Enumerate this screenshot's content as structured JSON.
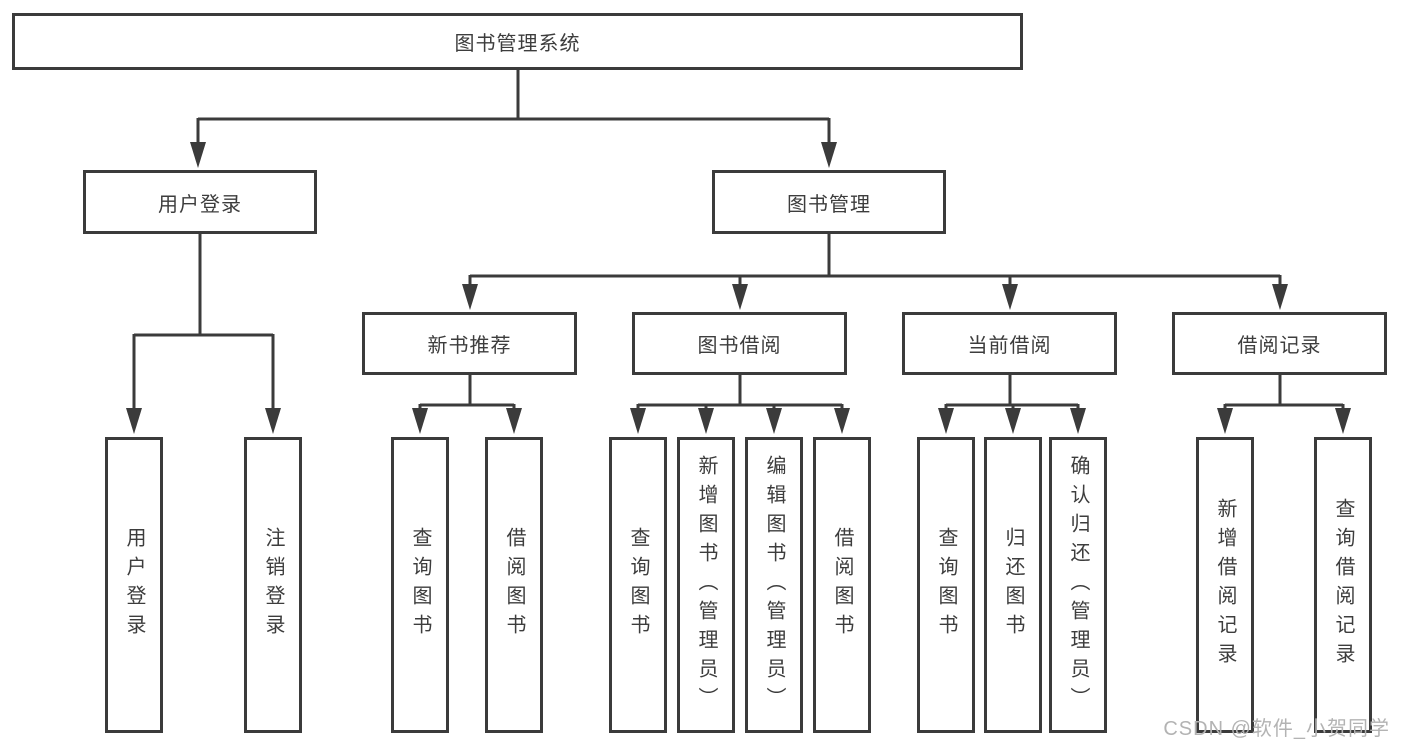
{
  "colors": {
    "line": "#3b3b3b",
    "border": "#3b3b3b",
    "text": "#3d3d3d",
    "watermark": "#b3b3b3",
    "background": "#ffffff"
  },
  "watermark": "CSDN @软件_小贺同学",
  "tree": {
    "root": {
      "label": "图书管理系统"
    },
    "branches": [
      {
        "label": "用户登录",
        "children": [
          "用户登录",
          "注销登录"
        ]
      },
      {
        "label": "图书管理",
        "sections": [
          {
            "label": "新书推荐",
            "children": [
              "查询图书",
              "借阅图书"
            ]
          },
          {
            "label": "图书借阅",
            "children": [
              "查询图书",
              "新增图书（管理员）",
              "编辑图书（管理员）",
              "借阅图书"
            ]
          },
          {
            "label": "当前借阅",
            "children": [
              "查询图书",
              "归还图书",
              "确认归还（管理员）"
            ]
          },
          {
            "label": "借阅记录",
            "children": [
              "新增借阅记录",
              "查询借阅记录"
            ]
          }
        ]
      }
    ]
  }
}
